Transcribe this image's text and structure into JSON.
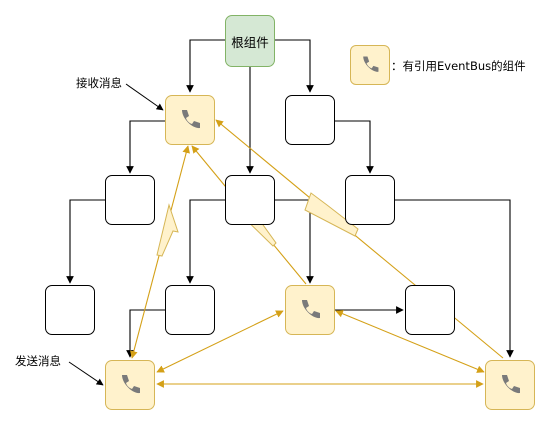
{
  "root_label": "根组件",
  "legend": {
    "text": "：有引用EventBus的组件",
    "icon": "phone-icon"
  },
  "labels": {
    "receive": "接收消息",
    "send": "发送消息"
  },
  "colors": {
    "bus_fill": "#fff2cc",
    "bus_stroke": "#d6b656",
    "root_fill": "#d5e8d4",
    "root_stroke": "#82b366",
    "event_line": "#d4a017",
    "icon": "#7a7a7a"
  }
}
